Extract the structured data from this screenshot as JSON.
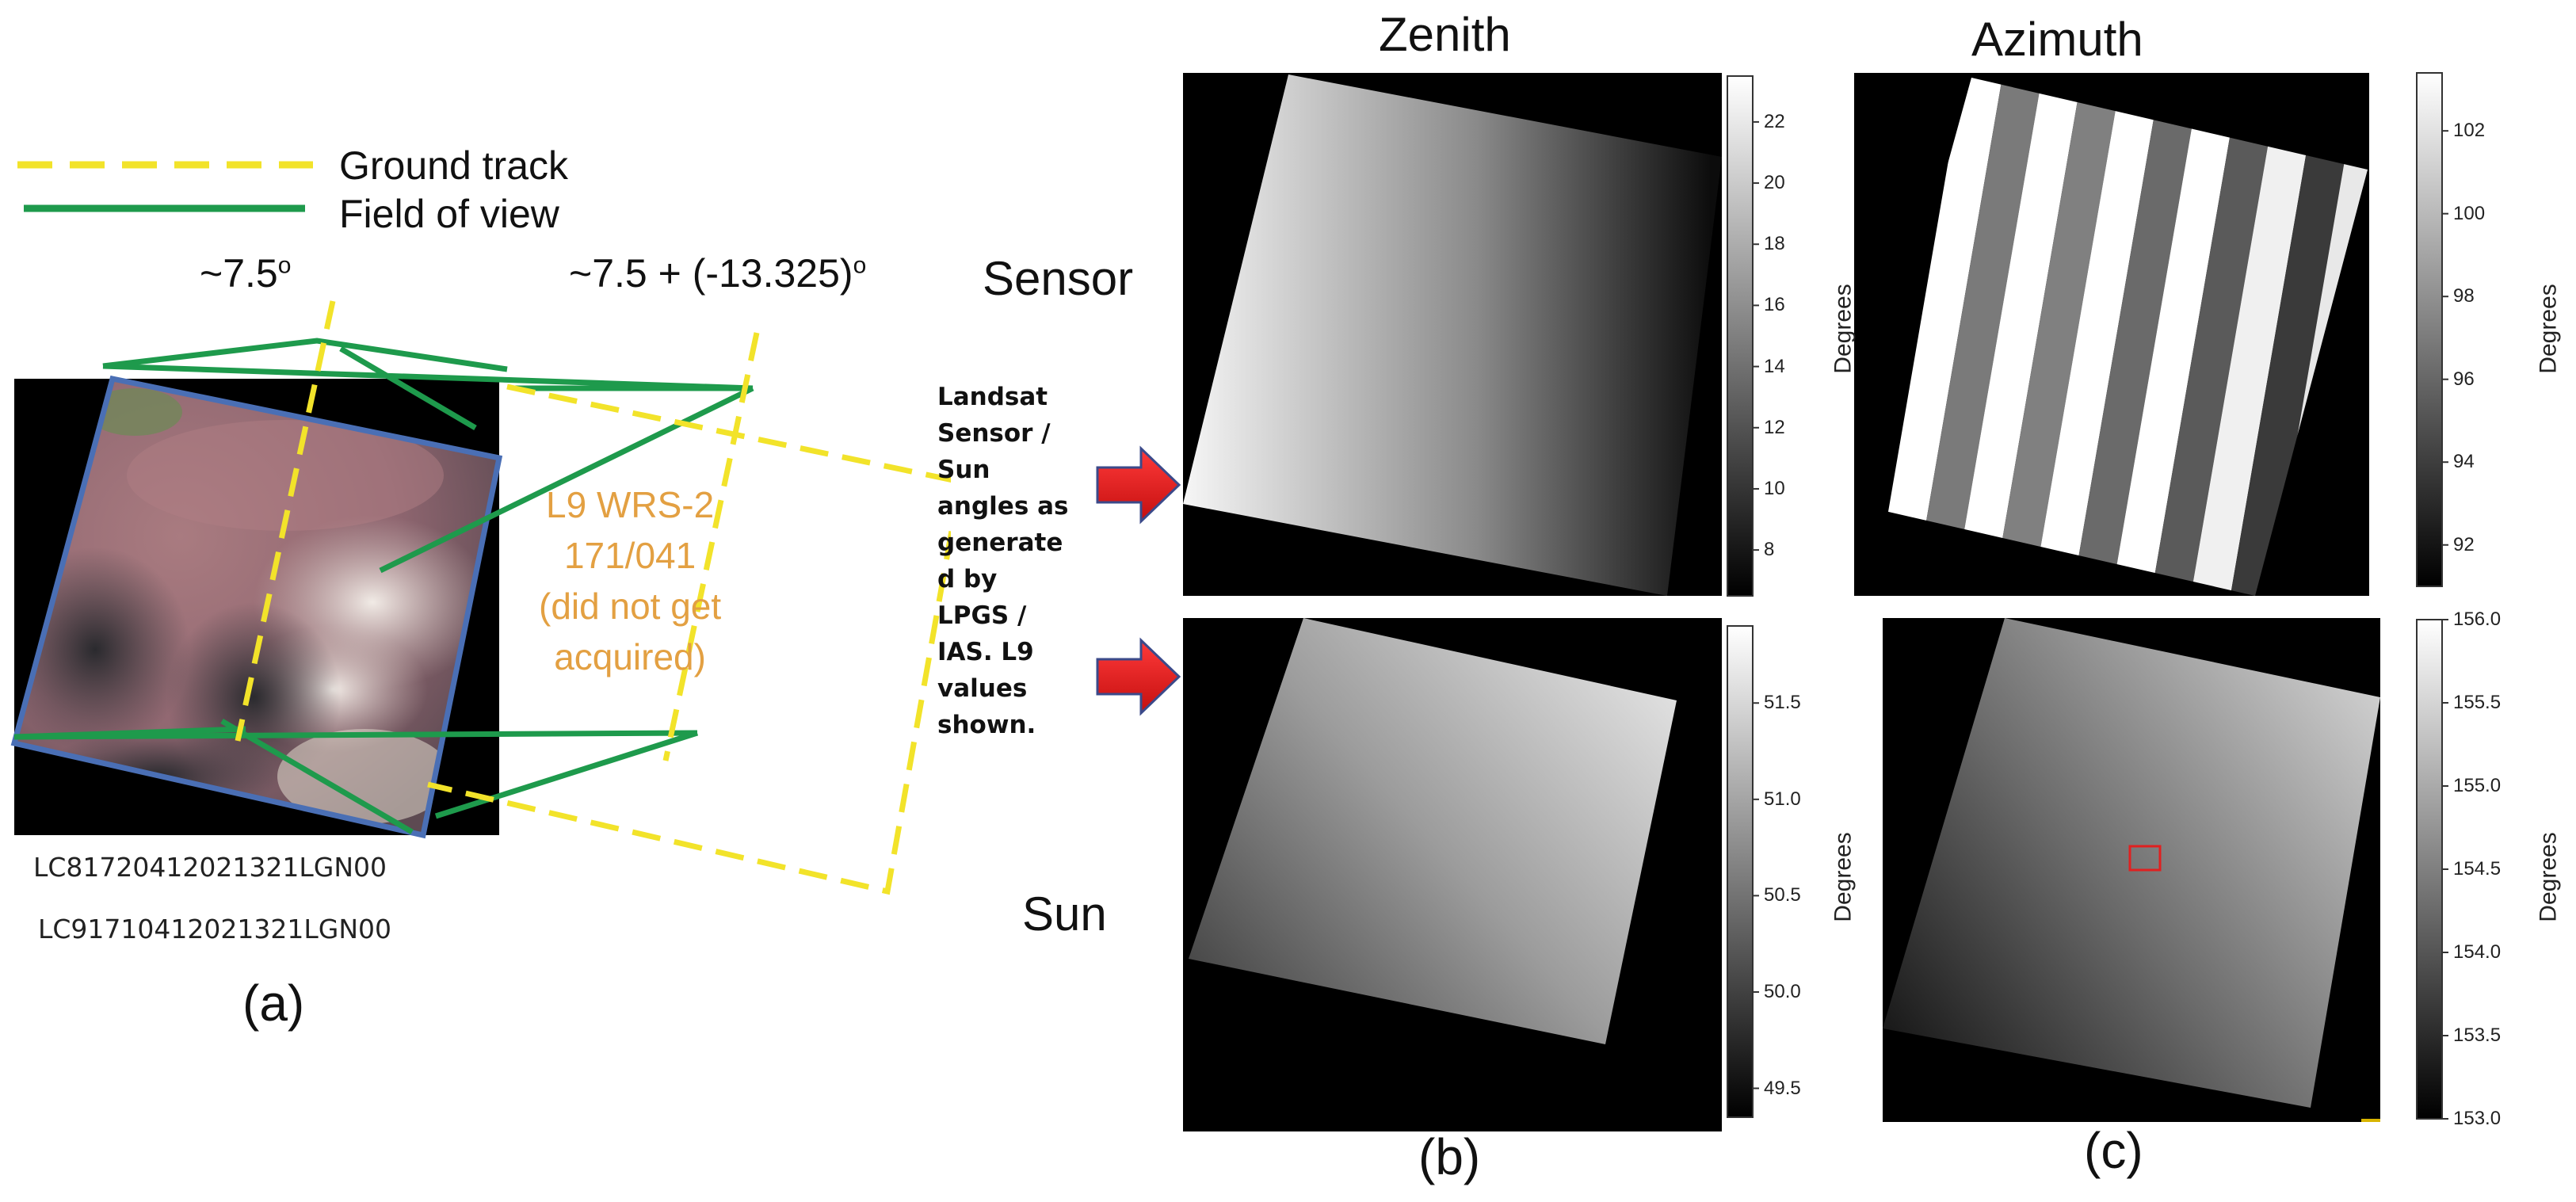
{
  "panel_a": {
    "legend": {
      "ground_track_label": "Ground track",
      "field_of_view_label": "Field of view"
    },
    "angle_left": "~7.5",
    "angle_left_sup": "o",
    "angle_right": "~7.5 + (-13.325)",
    "angle_right_sup": "o",
    "acquired_note": [
      "L9 WRS-2",
      "171/041",
      "(did not get",
      "acquired)"
    ],
    "scene_ids": [
      "LC81720412021321LGN00",
      "LC91710412021321LGN00"
    ],
    "letter": "(a)"
  },
  "landsat_note": [
    "Landsat",
    "Sensor /",
    "Sun",
    "angles as",
    "generate",
    "d by",
    "LPGS /",
    "IAS.  L9",
    "values",
    "shown."
  ],
  "columns": [
    "Zenith",
    "Azimuth"
  ],
  "rows": [
    "Sensor",
    "Sun"
  ],
  "panel_letters": [
    "(b)",
    "(c)"
  ],
  "colorbars": {
    "sensor_zenith": {
      "label": "Degrees",
      "range": [
        6.5,
        23.5
      ],
      "ticks": [
        "22",
        "20",
        "18",
        "16",
        "14",
        "12",
        "10",
        "8"
      ]
    },
    "sensor_azimuth": {
      "label": "Degrees",
      "range": [
        91,
        103.4
      ],
      "ticks": [
        "102",
        "100",
        "98",
        "96",
        "94",
        "92"
      ]
    },
    "sun_zenith": {
      "label": "Degrees",
      "range": [
        49.35,
        51.9
      ],
      "ticks": [
        "51.5",
        "51.0",
        "50.5",
        "50.0",
        "49.5"
      ]
    },
    "sun_azimuth": {
      "label": "Degrees",
      "range": [
        153.0,
        156.0
      ],
      "ticks": [
        "156.0",
        "155.5",
        "155.0",
        "154.5",
        "154.0",
        "153.5",
        "153.0"
      ]
    }
  },
  "colors": {
    "ground_track": "#f2e32a",
    "field_of_view": "#1e9a4c",
    "scene_outline": "#4a6fb5",
    "note_text": "#e3a042",
    "arrow": "#e11b1b",
    "highlight_box": "#e02020"
  }
}
